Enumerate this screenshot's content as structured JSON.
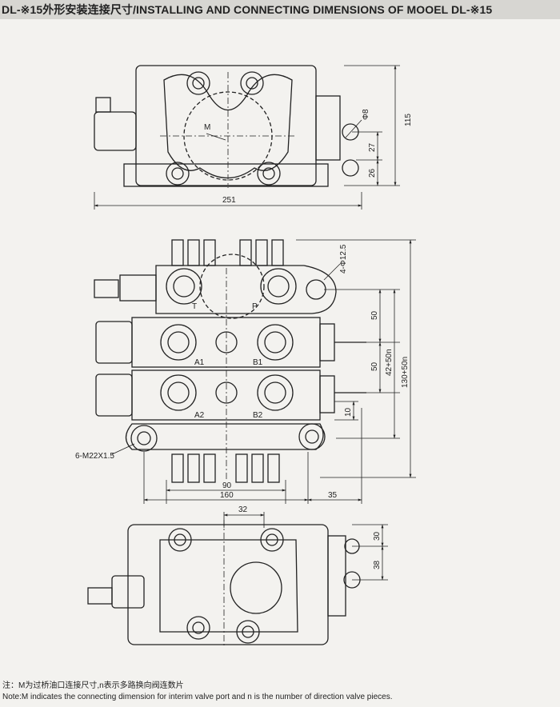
{
  "title": "DL-※15外形安装连接尺寸/INSTALLING AND CONNECTING DIMENSIONS OF MOOEL DL-※15",
  "top_view": {
    "label_m": "M",
    "dim_width": "251",
    "dim_height": "115",
    "dim_27": "27",
    "dim_26": "26",
    "dim_hole": "Φ8"
  },
  "front_view": {
    "hole_callout": "4-Φ12.5",
    "port_t": "T",
    "port_p": "P",
    "port_a1": "A1",
    "port_b1": "B1",
    "port_a2": "A2",
    "port_b2": "B2",
    "thread_callout": "6-M22X1.5",
    "dim_50a": "50",
    "dim_50b": "50",
    "dim_42": "42+50n",
    "dim_130": "130+50n",
    "dim_10": "10",
    "dim_90": "90",
    "dim_160": "160",
    "dim_35": "35"
  },
  "bottom_view": {
    "dim_32": "32",
    "dim_30": "30",
    "dim_38": "38"
  },
  "notes": {
    "cn": "注：M为过桥油口连接尺寸,n表示多路换向阀连数片",
    "en": "Note:M indicates the connecting dimension for interim valve port and n is the number of direction valve pieces."
  }
}
